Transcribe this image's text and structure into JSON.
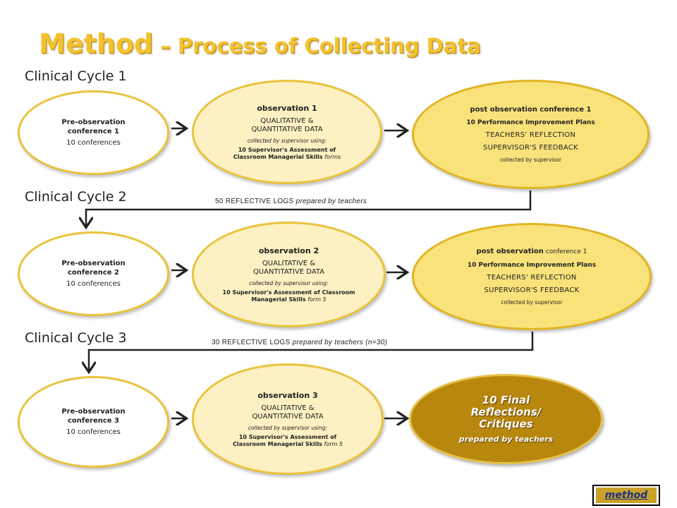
{
  "title": {
    "main": "Method",
    "dash": " – ",
    "rest": "Process of Collecting Data"
  },
  "cycles": [
    {
      "label": "Clinical Cycle 1",
      "pre": {
        "title": "Pre-observation conference 1",
        "sub": "10 conferences"
      },
      "obs": {
        "title": "observation 1",
        "data": "QUALITATIVE & QUANTITATIVE DATA",
        "collected": "collected by supervisor using:",
        "form_bold": "10 Supervisor's Assessment of Classroom Managerial Skills",
        "form_tail": " forms"
      },
      "post": {
        "title_bold": "post observation conference 1",
        "title_tail": "",
        "plans": "10 Performance Improvement Plans",
        "reflection": "TEACHERS' REFLECTION",
        "feedback": "SUPERVISOR'S FEEDBACK",
        "collected": "collected by supervisor"
      },
      "logs": {
        "plain": "50 REFLECTIVE LOGS ",
        "italic": "prepared by teachers"
      }
    },
    {
      "label": "Clinical Cycle 2",
      "pre": {
        "title": "Pre-observation conference 2",
        "sub": "10 conferences"
      },
      "obs": {
        "title": "observation 2",
        "data": "QUALITATIVE & QUANTITATIVE DATA",
        "collected": "collected by supervisor using:",
        "form_bold": "10 Supervisor's Assessment of Classroom Managerial Skills",
        "form_tail": " form 5"
      },
      "post": {
        "title_bold": "post observation",
        "title_tail": " conference 1",
        "plans": "10 Performance Improvement Plans",
        "reflection": "TEACHERS' REFLECTION",
        "feedback": "SUPERVISOR'S FEEDBACK",
        "collected": "collected by supervisor"
      },
      "logs": {
        "plain": "30 REFLECTIVE LOGS ",
        "italic": "prepared by teachers (n=30)"
      }
    },
    {
      "label": "Clinical Cycle 3",
      "pre": {
        "title": "Pre-observation conference 3",
        "sub": "10 conferences"
      },
      "obs": {
        "title": "observation 3",
        "data": "QUALITATIVE & QUANTITATIVE DATA",
        "collected": "collected by supervisor using:",
        "form_bold": "10 Supervisor's Assessment of Classroom Managerial Skills",
        "form_tail": " form 5"
      },
      "final": {
        "title": "10 Final Reflections/ Critiques",
        "sub": "prepared by teachers"
      }
    }
  ],
  "nav": {
    "method_button": "method"
  },
  "colors": {
    "title": "#f2c230",
    "border": "#e9c33b",
    "obs_fill": "#fdf0c2",
    "post_fill": "#f9e27a",
    "final_fill": "#b8870d",
    "arrow": "#222222"
  }
}
